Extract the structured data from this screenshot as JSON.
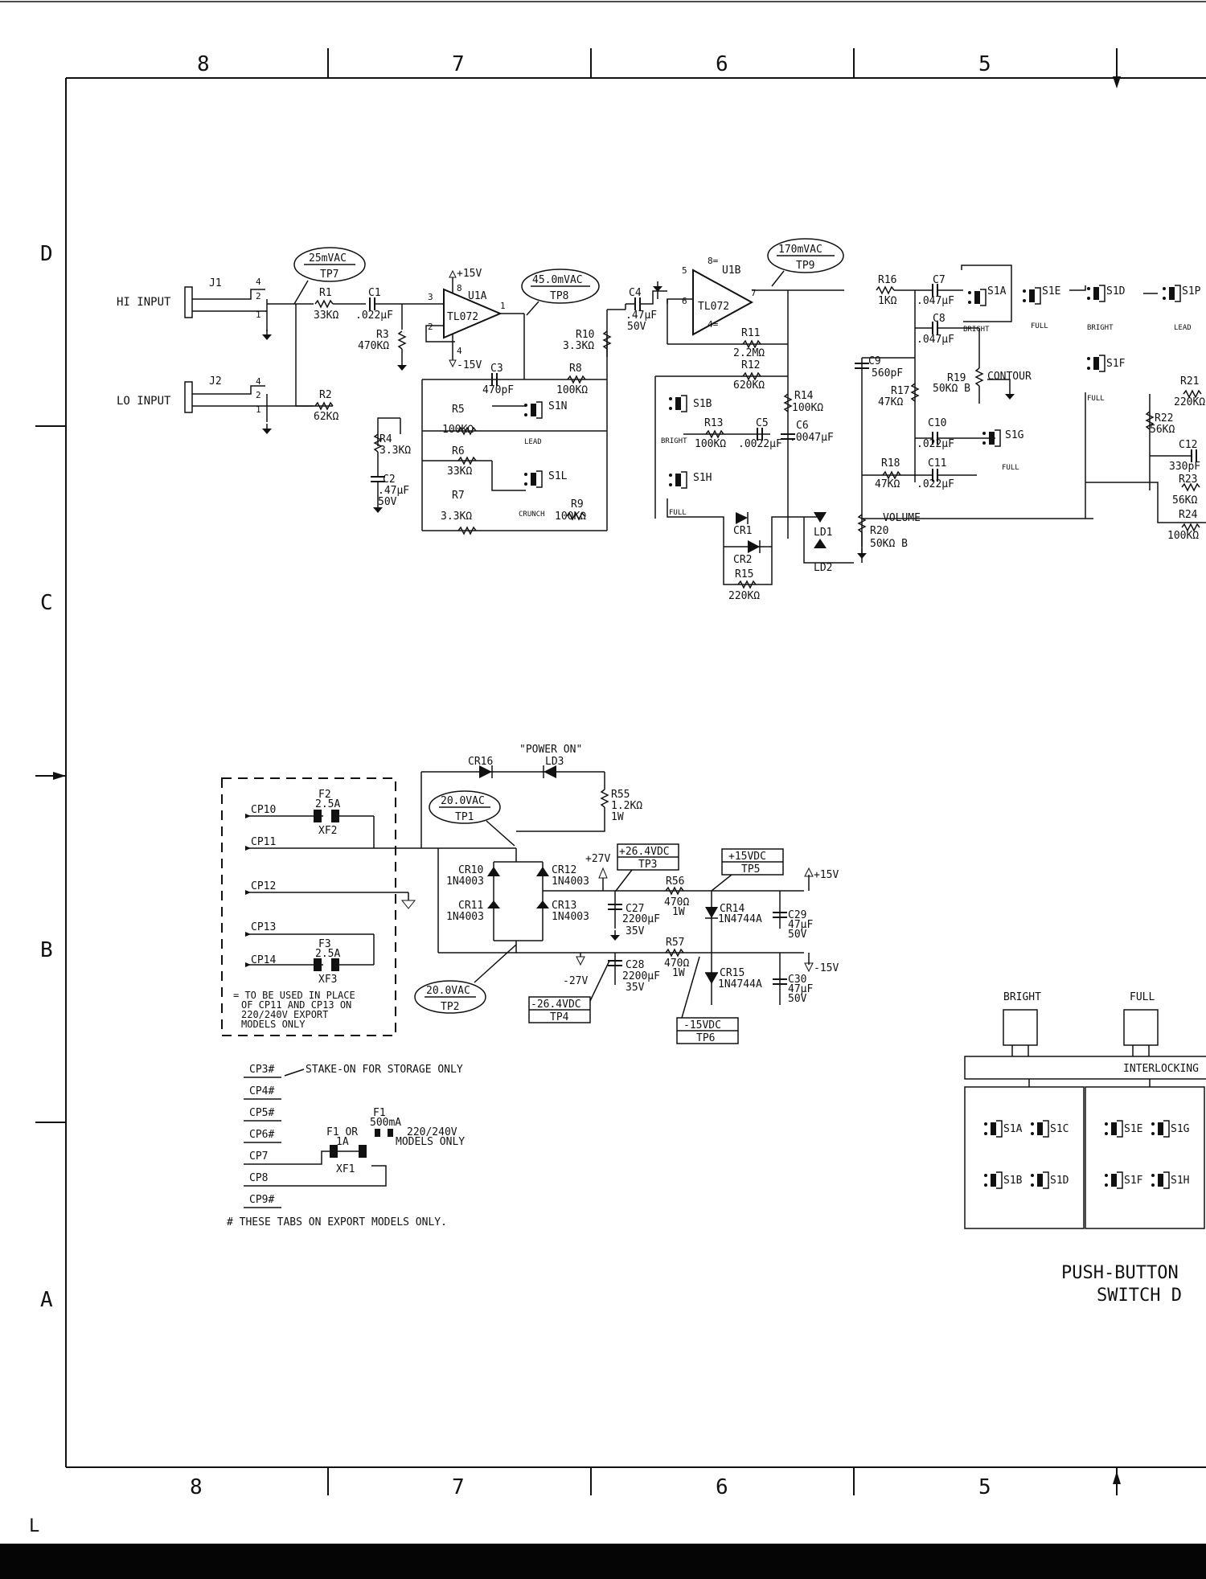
{
  "frame": {
    "column_labels": [
      "8",
      "7",
      "6",
      "5"
    ],
    "row_labels": [
      "D",
      "C",
      "B",
      "A"
    ],
    "corner_mark": "L"
  },
  "inputs": {
    "hi_label": "HI INPUT",
    "lo_label": "LO INPUT",
    "j1": "J1",
    "j2": "J2"
  },
  "testpoints": {
    "tp7": {
      "value": "25mVAC",
      "name": "TP7"
    },
    "tp8": {
      "value": "45.0mVAC",
      "name": "TP8"
    },
    "tp9": {
      "value": "170mVAC",
      "name": "TP9"
    },
    "tp1": {
      "value": "20.0VAC",
      "name": "TP1"
    },
    "tp2": {
      "value": "20.0VAC",
      "name": "TP2"
    },
    "tp3": {
      "value": "+26.4VDC",
      "name": "TP3"
    },
    "tp4": {
      "value": "-26.4VDC",
      "name": "TP4"
    },
    "tp5": {
      "value": "+15VDC",
      "name": "TP5"
    },
    "tp6": {
      "value": "-15VDC",
      "name": "TP6"
    }
  },
  "preamp": {
    "r1": "R1",
    "r1v": "33KΩ",
    "r2": "R2",
    "r2v": "62KΩ",
    "c1": "C1",
    "c1v": ".022µF",
    "r3": "R3",
    "r3v": "470KΩ",
    "u1a": "U1A",
    "tl072": "TL072",
    "p15": "+15V",
    "m15": "-15V",
    "c3": "C3",
    "c3v": "470pF",
    "r8": "R8",
    "r8v": "100KΩ",
    "r5": "R5",
    "r5v": "100KΩ",
    "r6": "R6",
    "r6v": "33KΩ",
    "r7": "R7",
    "r7v": "3.3KΩ",
    "r9": "R9",
    "r9v": "100KΩ",
    "r4": "R4",
    "r4v": "3.3KΩ",
    "c2": "C2",
    "c2v": ".47µF",
    "c2v2": "50V",
    "r10": "R10",
    "r10v": "3.3KΩ",
    "s1n": "S1N",
    "s1l": "S1L",
    "lead": "LEAD",
    "crunch": "CRUNCH"
  },
  "stage2": {
    "c4": "C4",
    "c4v": ".47µF",
    "c4v2": "50V",
    "u1b": "U1B",
    "tl072": "TL072",
    "r11": "R11",
    "r11v": "2.2MΩ",
    "r12": "R12",
    "r12v": "620KΩ",
    "r14": "R14",
    "r14v": "100KΩ",
    "s1b": "S1B",
    "bright": "BRIGHT",
    "r13": "R13",
    "r13v": "100KΩ",
    "c5": "C5",
    "c5v": ".0022µF",
    "c6": "C6",
    "c6v": ".0047µF",
    "s1h": "S1H",
    "full": "FULL",
    "cr1": "CR1",
    "cr2": "CR2",
    "r15": "R15",
    "r15v": "220KΩ",
    "ld1": "LD1",
    "ld2": "LD2"
  },
  "tone": {
    "r16": "R16",
    "r16v": "1KΩ",
    "c7": "C7",
    "c7v": ".047µF",
    "c8": "C8",
    "c8v": ".047µF",
    "s1a": "S1A",
    "s1e": "S1E",
    "s1d": "S1D",
    "s1p": "S1P",
    "s1f": "S1F",
    "s1g": "S1G",
    "bright": "BRIGHT",
    "full": "FULL",
    "lead": "LEAD",
    "c9": "C9",
    "c9v": "560pF",
    "r17": "R17",
    "r17v": "47KΩ",
    "r19": "R19",
    "r19v": "50KΩ B",
    "contour": "CONTOUR",
    "c10": "C10",
    "c10v": ".022µF",
    "r18": "R18",
    "r18v": "47KΩ",
    "c11": "C11",
    "c11v": ".022µF",
    "volume": "VOLUME",
    "r20": "R20",
    "r20v": "50KΩ B",
    "r21": "R21",
    "r21v": "220KΩ",
    "r22": "R22",
    "r22v": "56KΩ",
    "c12": "C12",
    "c12v": "330pF",
    "r23": "R23",
    "r23v": "56KΩ",
    "r24": "R24",
    "r24v": "100KΩ"
  },
  "power": {
    "cr16": "CR16",
    "power_on": "\"POWER ON\"",
    "ld3": "LD3",
    "r55": "R55",
    "r55v": "1.2KΩ",
    "r55w": "1W",
    "f2": "F2",
    "f2v": "2.5A",
    "xf2": "XF2",
    "f3": "F3",
    "f3v": "2.5A",
    "xf3": "XF3",
    "cp10": "CP10",
    "cp11": "CP11",
    "cp12": "CP12",
    "cp13": "CP13",
    "cp14": "CP14",
    "note": [
      "= TO BE USED IN PLACE",
      "OF CP11 AND CP13 ON",
      "220/240V EXPORT",
      "MODELS ONLY"
    ],
    "cr10": "CR10",
    "cr11": "CR11",
    "cr12": "CR12",
    "cr13": "CR13",
    "diode": "1N4003",
    "p27": "+27V",
    "m27": "-27V",
    "c27": "C27",
    "c27v": "2200µF",
    "c27w": "35V",
    "c28": "C28",
    "c28v": "2200µF",
    "c28w": "35V",
    "r56": "R56",
    "r56v": "470Ω",
    "r56w": "1W",
    "r57": "R57",
    "r57v": "470Ω",
    "r57w": "1W",
    "cr14": "CR14",
    "cr15": "CR15",
    "zener": "1N4744A",
    "c29": "C29",
    "c29v": "47µF",
    "c29w": "50V",
    "c30": "C30",
    "c30v": "47µF",
    "c30w": "50V",
    "p15": "+15V",
    "m15": "-15V"
  },
  "tabs": {
    "items": [
      "CP3#",
      "CP4#",
      "CP5#",
      "CP6#",
      "CP7",
      "CP8",
      "CP9#"
    ],
    "stake": "STAKE-ON FOR STORAGE ONLY",
    "f1": "F1",
    "f1v": "500mA",
    "f1alt": "F1 OR",
    "f1altv": "1A",
    "models": "220/240V",
    "models2": "MODELS ONLY",
    "xf1": "XF1",
    "footnote": "# THESE TABS ON EXPORT MODELS ONLY."
  },
  "switch_detail": {
    "bright": "BRIGHT",
    "full": "FULL",
    "interlocking": "INTERLOCKING",
    "title1": "PUSH-BUTTON",
    "title2": "SWITCH D",
    "sw": [
      "S1A",
      "S1C",
      "S1B",
      "S1D",
      "S1E",
      "S1G",
      "S1F",
      "S1H"
    ]
  }
}
